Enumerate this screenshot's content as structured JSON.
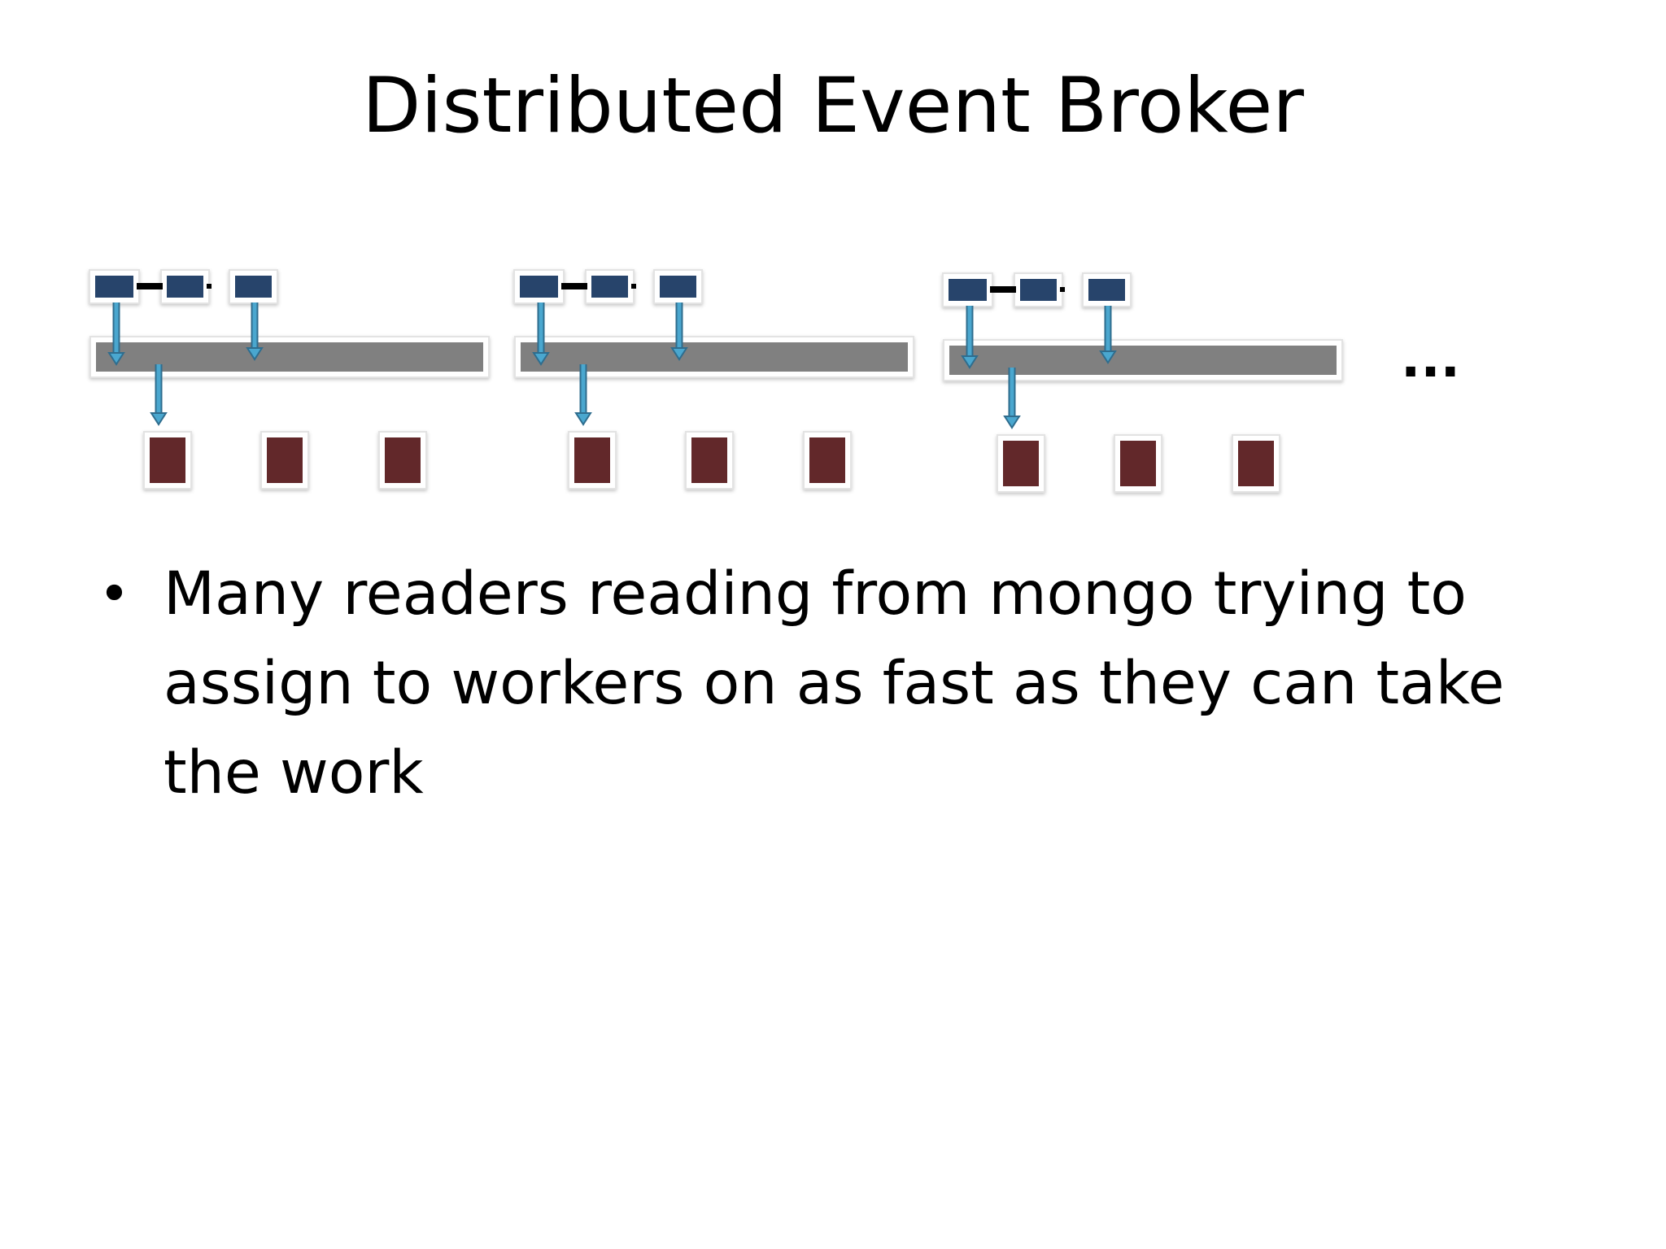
{
  "slide": {
    "title": "Distributed Event Broker",
    "ellipsis": "...",
    "bullets": [
      {
        "marker": "•",
        "text": "Many readers reading from mongo trying to assign to workers on as fast as they can take the work"
      }
    ]
  },
  "colors": {
    "background": "#ffffff",
    "reader_box": "#27446b",
    "queue_bar": "#808080",
    "worker_box": "#62282a",
    "arrow": "#4aa7cf",
    "arrow_outline": "#2f6d8e",
    "connector": "#000000",
    "text": "#000000"
  },
  "diagram": {
    "groups": [
      {
        "name": "group-1",
        "readers": [
          "reader-box",
          "reader-box",
          "reader-box"
        ],
        "queue": "queue-bar",
        "workers": [
          "worker-box",
          "worker-box",
          "worker-box"
        ]
      },
      {
        "name": "group-2",
        "readers": [
          "reader-box",
          "reader-box",
          "reader-box"
        ],
        "queue": "queue-bar",
        "workers": [
          "worker-box",
          "worker-box",
          "worker-box"
        ]
      },
      {
        "name": "group-3",
        "readers": [
          "reader-box",
          "reader-box",
          "reader-box"
        ],
        "queue": "queue-bar",
        "workers": [
          "worker-box",
          "worker-box",
          "worker-box"
        ]
      }
    ]
  }
}
